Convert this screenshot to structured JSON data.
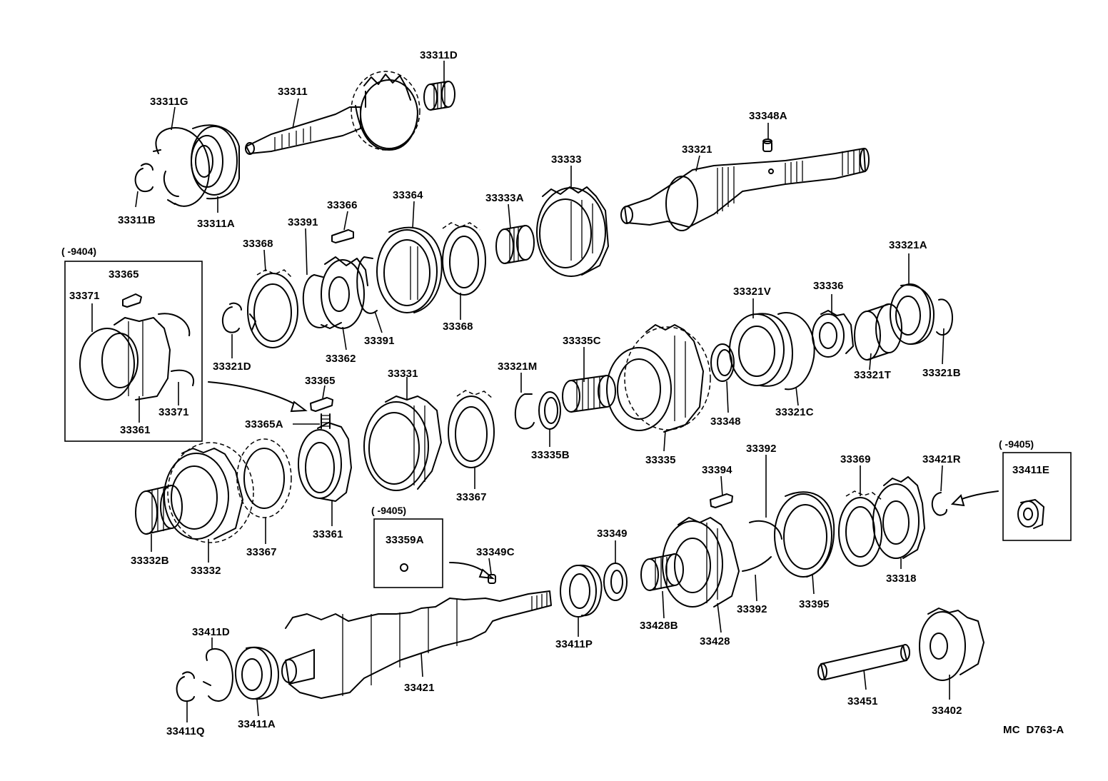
{
  "diagram_code": "MC  D763-A",
  "inset_boxes": [
    {
      "range": "(      -9404)",
      "name": "inset-9404"
    },
    {
      "range": "(      -9405)",
      "name": "inset-9405-a"
    },
    {
      "range": "(      -9405)",
      "name": "inset-9405-b"
    }
  ],
  "labels": {
    "p33311D": "33311D",
    "p33311": "33311",
    "p33311G": "33311G",
    "p33311B": "33311B",
    "p33311A": "33311A",
    "p33348A": "33348A",
    "p33321": "33321",
    "p33333": "33333",
    "p33333A": "33333A",
    "p33364": "33364",
    "p33366": "33366",
    "p33391a": "33391",
    "p33368a": "33368",
    "p33368b": "33368",
    "p33391b": "33391",
    "p33362": "33362",
    "p33321D": "33321D",
    "p33365a": "33365",
    "p33371a": "33371",
    "p33371b": "33371",
    "p33361a": "33361",
    "p33321A": "33321A",
    "p33321V": "33321V",
    "p33336": "33336",
    "p33321T": "33321T",
    "p33321B": "33321B",
    "p33335C": "33335C",
    "p33321M": "33321M",
    "p33331": "33331",
    "p33365b": "33365",
    "p33365A": "33365A",
    "p33348": "33348",
    "p33321C": "33321C",
    "p33335B": "33335B",
    "p33335": "33335",
    "p33367a": "33367",
    "p33361b": "33361",
    "p33332B": "33332B",
    "p33332": "33332",
    "p33367b": "33367",
    "p33394": "33394",
    "p33392a": "33392",
    "p33369": "33369",
    "p33421R": "33421R",
    "p33411E": "33411E",
    "p33359A": "33359A",
    "p33349C": "33349C",
    "p33349": "33349",
    "p33318": "33318",
    "p33392b": "33392",
    "p33395": "33395",
    "p33411D": "33411D",
    "p33421": "33421",
    "p33411P": "33411P",
    "p33428B": "33428B",
    "p33428": "33428",
    "p33451": "33451",
    "p33402": "33402",
    "p33411Q": "33411Q",
    "p33411A": "33411A"
  }
}
